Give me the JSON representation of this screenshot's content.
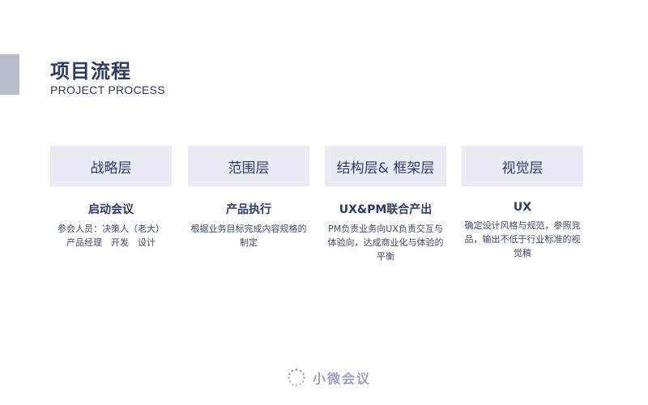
{
  "header": {
    "title": "项目流程",
    "subtitle": "PROJECT PROCESS"
  },
  "stages": [
    {
      "box_label": "战略层",
      "name": "启动会议",
      "desc": "参会人员：决策人（老大） 产品经理　开发　设计"
    },
    {
      "box_label": "范围层",
      "name": "产品执行",
      "desc": "根据业务目标完成内容规格的制定"
    },
    {
      "box_label": "结构层& 框架层",
      "name": "UX&PM联合产出",
      "desc": "PM负责业务向UX负责交互与体验向，达成商业化与体验的平衡"
    },
    {
      "box_label": "视觉层",
      "name": "UX",
      "desc": "确定设计风格与规范，参照竞品，输出不低于行业标准的视觉稿"
    }
  ],
  "footer": {
    "icon": "dotted-circle-logo-icon",
    "brand": "小微会议"
  },
  "colors": {
    "primary": "#2b3a67",
    "box_bg": "#e9ecf5",
    "accent_bar": "#b8bfcc",
    "footer": "#9aa3c7"
  }
}
